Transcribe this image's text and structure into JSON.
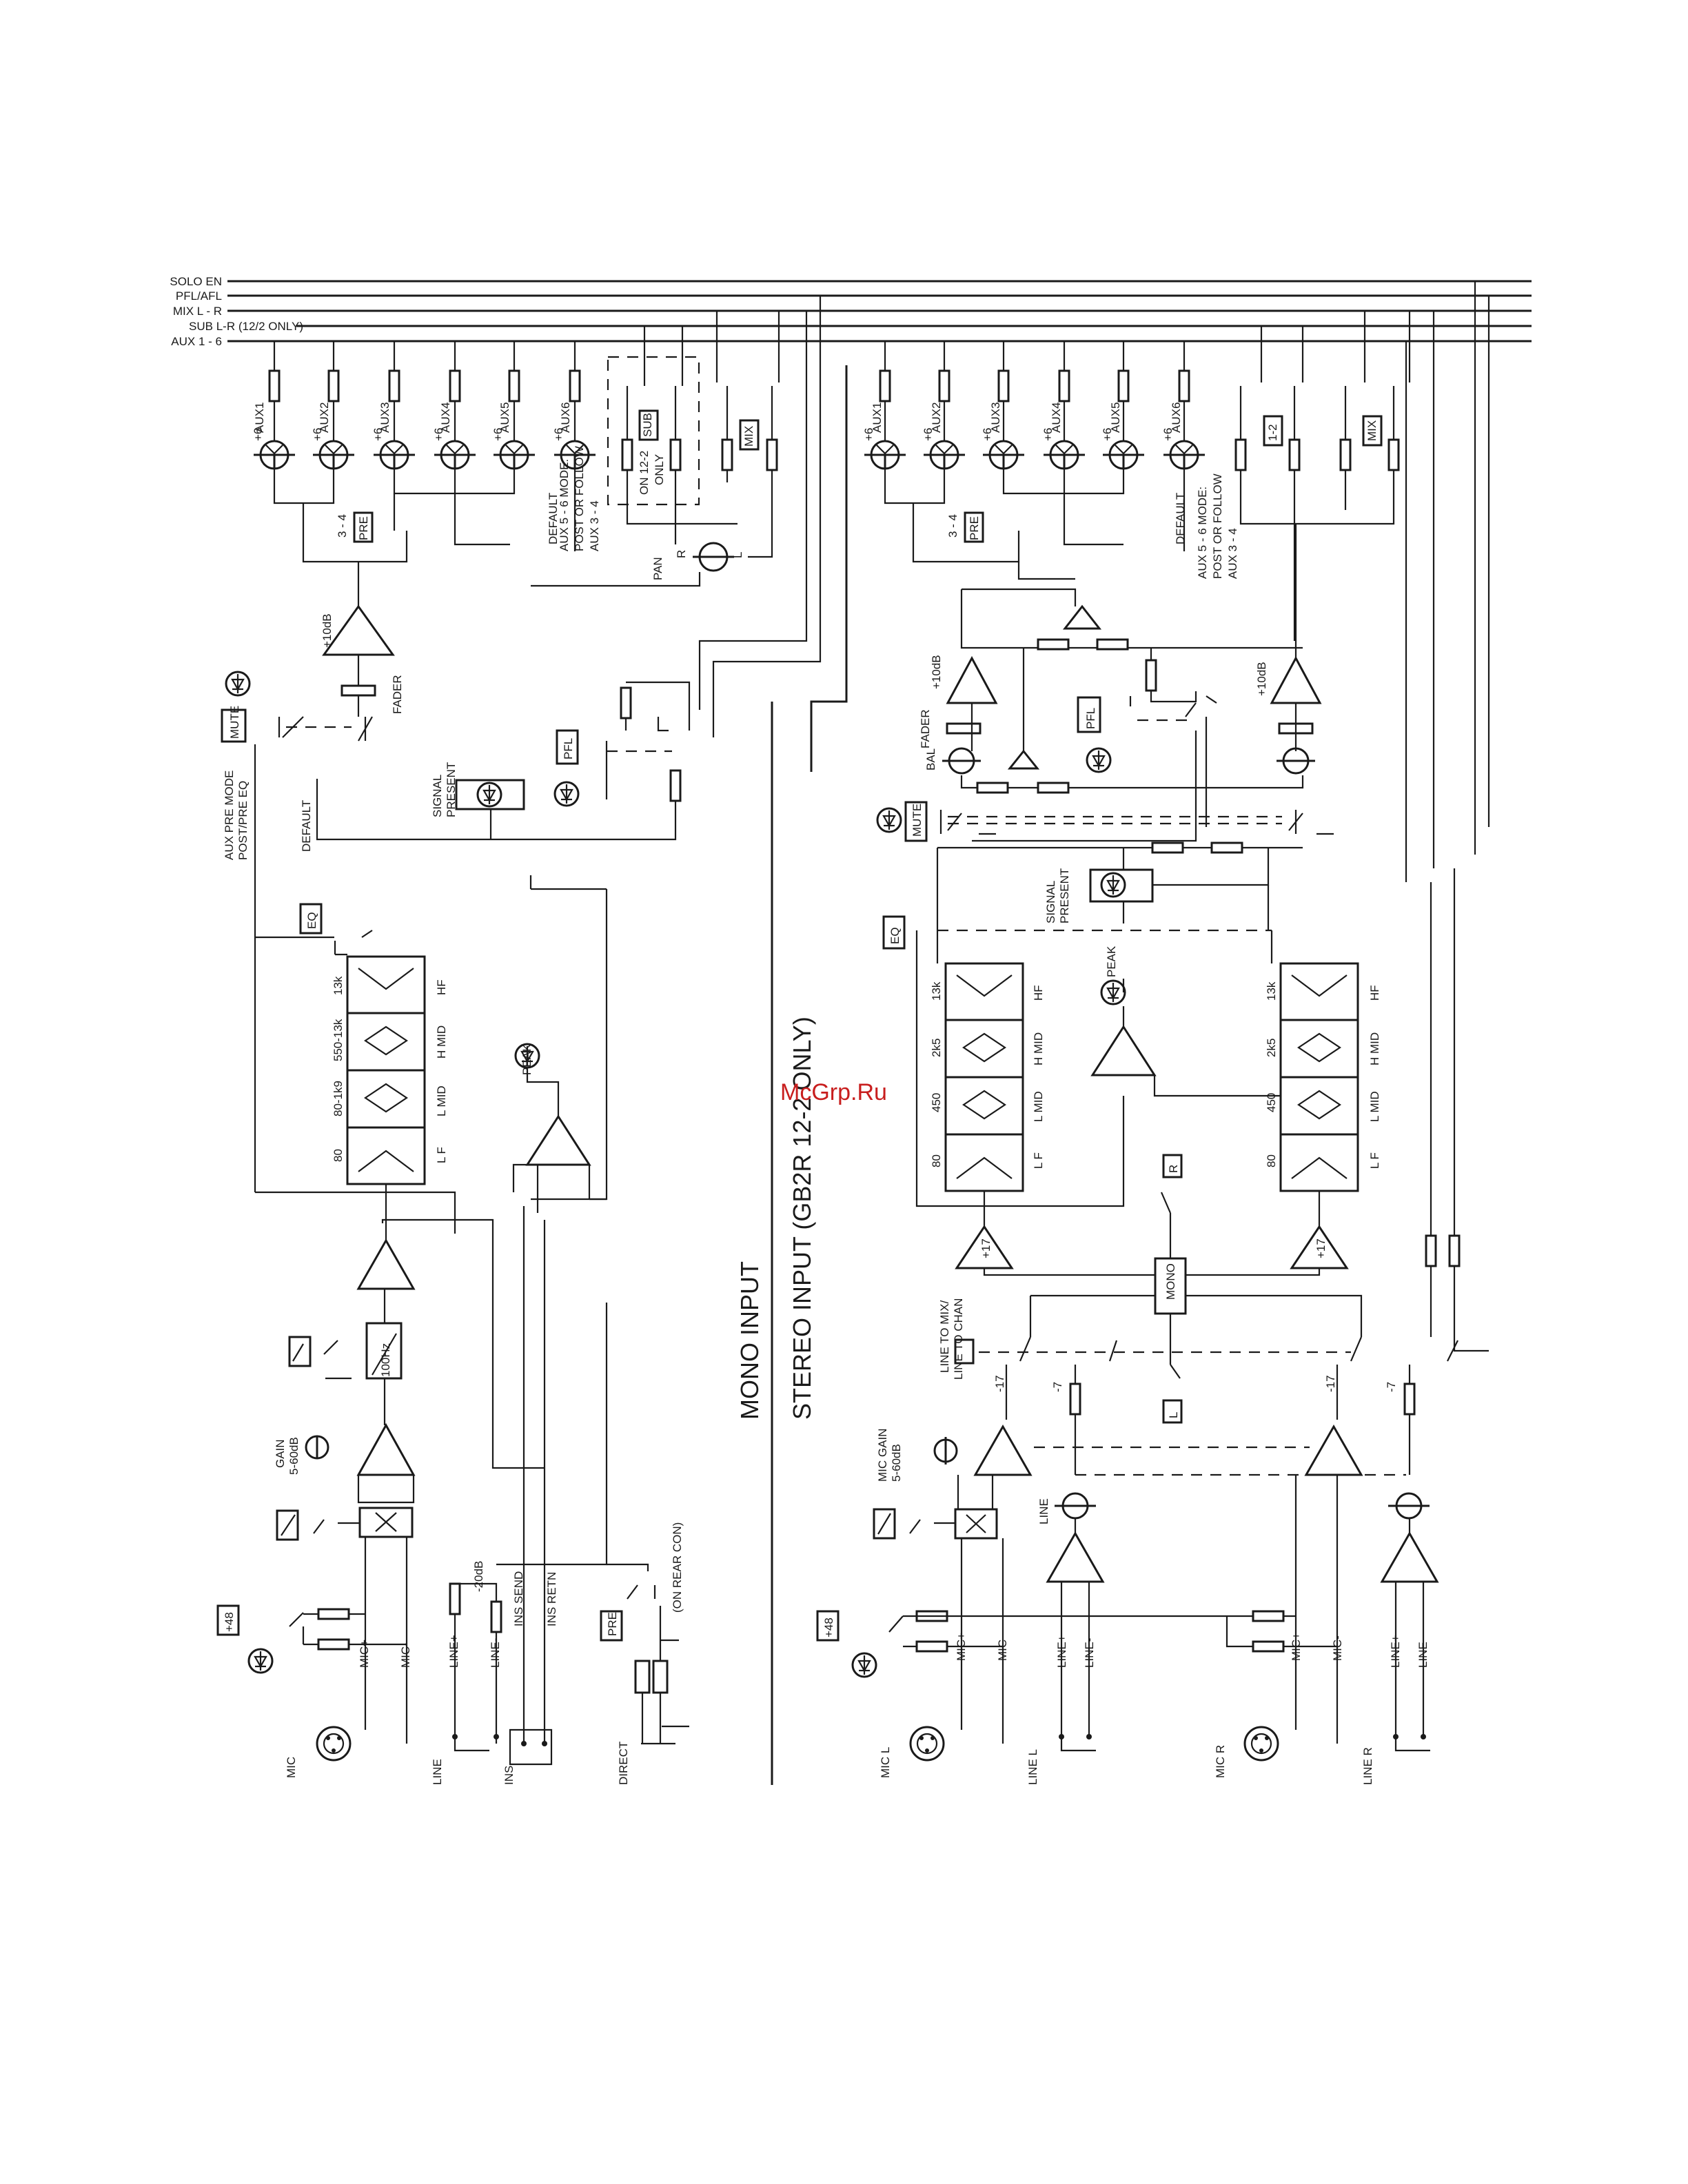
{
  "buses": [
    {
      "label": "SOLO EN"
    },
    {
      "label": "PFL/AFL"
    },
    {
      "label": "MIX L - R"
    },
    {
      "label": "SUB L-R  (12/2 ONLY)"
    },
    {
      "label": "AUX 1 - 6"
    }
  ],
  "aux_labels": [
    "AUX1",
    "AUX2",
    "AUX3",
    "AUX4",
    "AUX5",
    "AUX6"
  ],
  "plus6": "+6",
  "section_titles": {
    "mono": "MONO INPUT",
    "stereo": "STEREO INPUT (GB2R 12-2 ONLY)"
  },
  "watermark": "McGrp.Ru",
  "mono": {
    "sub": "SUB",
    "on_12_2": "ON 12-2",
    "only": "ONLY",
    "mix": "MIX",
    "pan": "PAN",
    "r": "R",
    "l": "L",
    "aux56_1": "AUX 5 - 6 MODE:",
    "aux56_2": "POST OR FOLLOW",
    "aux56_3": "AUX 3 - 4",
    "default": "DEFAULT",
    "pre": "PRE",
    "three_four": "3 - 4",
    "plus10": "+10dB",
    "fader": "FADER",
    "mute": "MUTE",
    "aux_pre_1": "AUX PRE MODE",
    "aux_pre_2": "POST/PRE EQ",
    "default2": "DEFAULT",
    "signal_1": "SIGNAL",
    "signal_2": "PRESENT",
    "pfl": "PFL",
    "eq": "EQ",
    "eq_freqs": [
      "13k",
      "550-13k",
      "80-1k9",
      "80"
    ],
    "eq_bands": [
      "HF",
      "H MID",
      "L MID",
      "L F"
    ],
    "peak": "PEAK",
    "hz100": "100Hz",
    "gain_1": "GAIN",
    "gain_2": "5-60dB",
    "db20": "-20dB",
    "plus48": "+48",
    "mic_plus": "MIC+",
    "mic_minus": "MIC-",
    "line_plus": "LINE+",
    "line_minus": "LINE-",
    "ins_send": "INS SEND",
    "ins_retn": "INS RETN",
    "rear": "(ON REAR CON)",
    "mic": "MIC",
    "line": "LINE",
    "ins": "INS",
    "direct": "DIRECT",
    "pre2": "PRE"
  },
  "stereo": {
    "one_two": "1-2",
    "mix": "MIX",
    "aux56_1": "AUX 5 - 6 MODE:",
    "aux56_2": "POST OR FOLLOW",
    "aux56_3": "AUX 3 - 4",
    "default": "DEFAULT",
    "pre": "PRE",
    "three_four": "3 - 4",
    "plus10": "+10dB",
    "plus10b": "+10dB",
    "fader": "FADER",
    "bal": "BAL",
    "pfl": "PFL",
    "mute": "MUTE",
    "signal_1": "SIGNAL",
    "signal_2": "PRESENT",
    "eq": "EQ",
    "eq_freqs": [
      "13k",
      "2k5",
      "450",
      "80"
    ],
    "eq_bands": [
      "HF",
      "H MID",
      "L MID",
      "L F"
    ],
    "peak": "PEAK",
    "r": "R",
    "l": "L",
    "mono": "MONO",
    "plus17": "+17",
    "plus17b": "+17",
    "line_to_mix": "LINE TO MIX/",
    "line_to_chan": "LINE TO CHAN",
    "m17": "-17",
    "m7": "-7",
    "m17b": "-17",
    "m7b": "-7",
    "mic_gain_1": "MIC GAIN",
    "mic_gain_2": "5-60dB",
    "line_pot": "LINE",
    "plus48": "+48",
    "mic_plus": "MIC+",
    "mic_minus": "MIC-",
    "line_plus": "LINE+",
    "line_minus": "LINE-",
    "mic_plus_r": "MIC+",
    "mic_minus_r": "MIC-",
    "line_plus_r": "LINE+",
    "line_minus_r": "LINE-",
    "mic_l": "MIC L",
    "line_l": "LINE L",
    "mic_r": "MIC R",
    "line_r": "LINE R"
  }
}
